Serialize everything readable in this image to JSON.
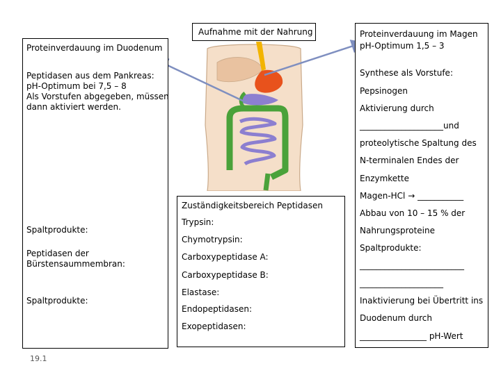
{
  "duodenum": {
    "title": "Proteinverdauung im Duodenum",
    "pankreas": "Peptidasen aus dem Pankreas:\npH-Optimum bei 7,5 – 8\nAls Vorstufen abgegeben, müssen dann aktiviert werden.",
    "spaltprodukte_1": "Spaltprodukte:",
    "buerstensaum": "Peptidasen der Bürstensaummembran:",
    "spaltprodukte_2": "Spaltprodukte:"
  },
  "aufnahme": {
    "label": "Aufnahme mit der Nahrung"
  },
  "magen": {
    "title_line1": "Proteinverdauung im Magen",
    "title_line2": "pH-Optimum 1,5 – 3",
    "lines": [
      "Synthese als Vorstufe:",
      "Pepsinogen",
      "Aktivierung durch",
      "____________________und",
      "proteolytische Spaltung des",
      "N-terminalen Endes der",
      "Enzymkette",
      "Magen-HCl → ___________",
      "Abbau von 10 – 15 % der",
      "Nahrungsproteine",
      "Spaltprodukte:",
      "_________________________",
      "____________________",
      "Inaktivierung bei Übertritt ins",
      "Duodenum durch",
      "________________ pH-Wert"
    ]
  },
  "zustaendigkeit": {
    "title": "Zuständigkeitsbereich Peptidasen",
    "items": [
      "Trypsin:",
      "Chymotrypsin:",
      "Carboxypeptidase A:",
      "Carboxypeptidase B:",
      "Elastase:",
      "Endopeptidasen:",
      "Exopeptidasen:"
    ]
  },
  "page_number": "19.1",
  "colors": {
    "arrow": "#7f8fc0",
    "stomach": "#e8521c",
    "esophagus": "#f2b400",
    "intestine": "#4aa23a",
    "pancreas": "#8c7fd0",
    "body": "#f5dfc9",
    "body_outline": "#c9a989"
  }
}
